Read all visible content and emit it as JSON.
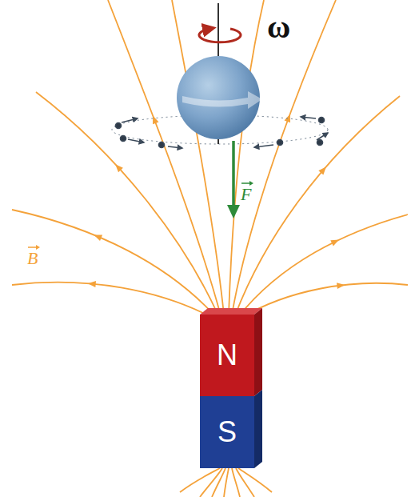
{
  "diagram": {
    "nodes": [
      {
        "text": [
          "N"
        ]
      },
      {
        "text": [
          "S"
        ]
      }
    ],
    "labels": [
      "ω",
      "F",
      "B"
    ]
  }
}
